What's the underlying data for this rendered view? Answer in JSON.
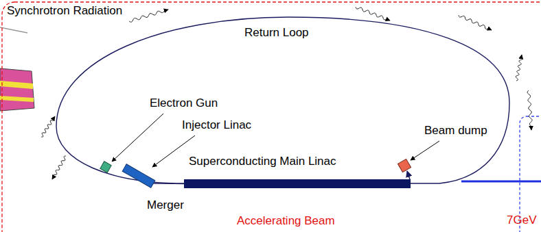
{
  "diagram": {
    "nodes": [
      {
        "text": [
          "Electron Gun"
        ]
      },
      {
        "text": [
          "Injector Linac"
        ]
      },
      {
        "text": [
          "Superconducting Main Linac"
        ]
      },
      {
        "text": [
          "Beam dump"
        ]
      }
    ],
    "edges": [
      {
        "from": 1,
        "to": 2,
        "arrow": "none"
      },
      {
        "from": 2,
        "to": 3,
        "arrow": "to"
      }
    ],
    "labels": [
      "Synchrotron Radiation",
      "Return Loop",
      "Merger",
      "Accelerating Beam",
      "7GeV"
    ]
  }
}
